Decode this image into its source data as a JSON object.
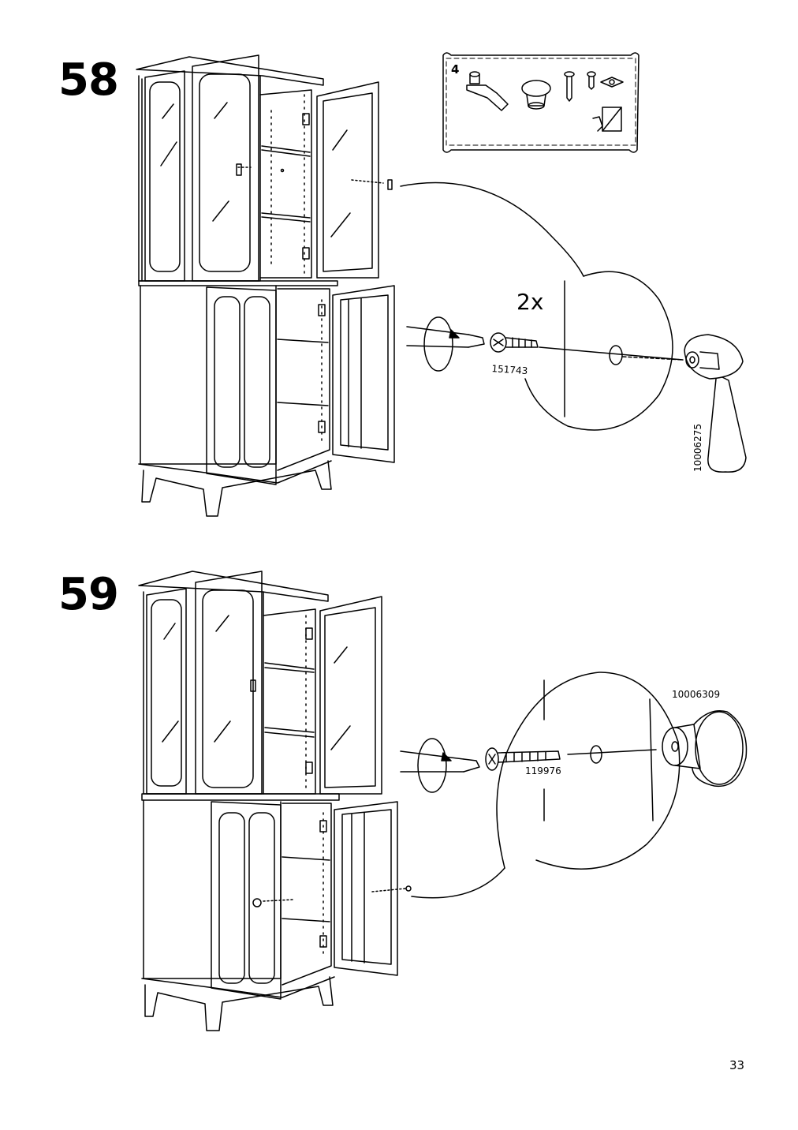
{
  "page": {
    "number": "33"
  },
  "steps": [
    {
      "number": "58",
      "quantity": "2x",
      "screw_part": "151743",
      "fitting_part": "10006275",
      "fitting": "handle-icon"
    },
    {
      "number": "59",
      "screw_part": "119976",
      "fitting_part": "10006309",
      "fitting": "knob-icon"
    }
  ],
  "parts_kit": {
    "count": "4",
    "items": [
      "handle-icon",
      "knob-icon",
      "long-screw-icon",
      "short-screw-icon",
      "bumper-pad-icon",
      "do-not-icon"
    ]
  }
}
